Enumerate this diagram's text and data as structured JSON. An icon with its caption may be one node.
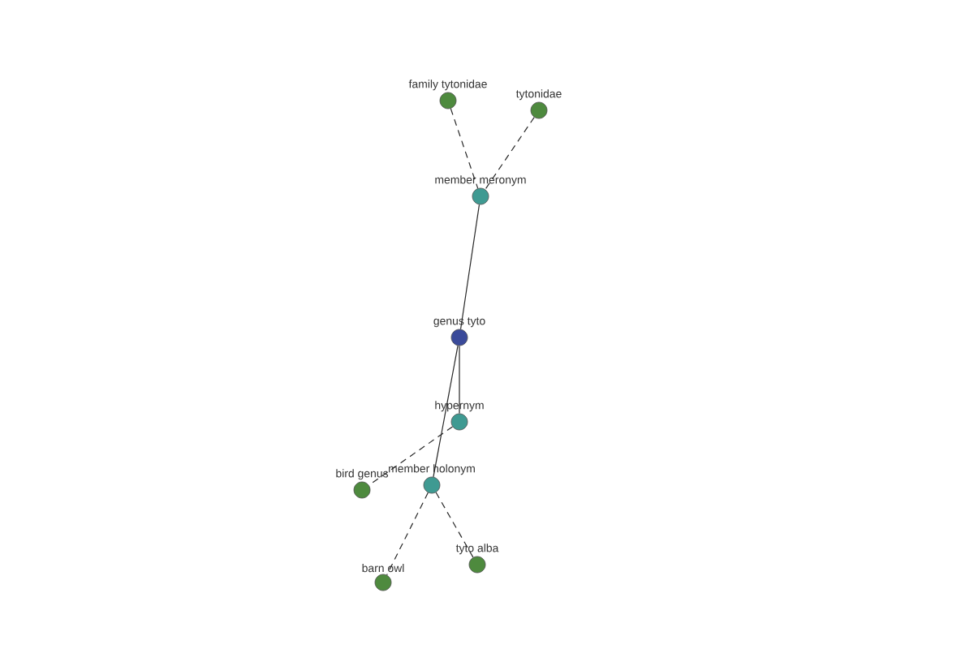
{
  "diagram": {
    "nodes": [
      {
        "text": [
          "family tytonidae"
        ]
      },
      {
        "text": [
          "tytonidae"
        ]
      },
      {
        "text": [
          "member meronym"
        ]
      },
      {
        "text": [
          "genus tyto"
        ]
      },
      {
        "text": [
          "hypernym"
        ]
      },
      {
        "text": [
          "bird genus"
        ]
      },
      {
        "text": [
          "member holonym"
        ]
      },
      {
        "text": [
          "barn owl"
        ]
      },
      {
        "text": [
          "tyto alba"
        ]
      }
    ],
    "edges": [
      {
        "from": 0,
        "to": 2,
        "arrow": "none",
        "style": "dashed"
      },
      {
        "from": 1,
        "to": 2,
        "arrow": "none",
        "style": "dashed"
      },
      {
        "from": 2,
        "to": 3,
        "arrow": "none"
      },
      {
        "from": 3,
        "to": 4,
        "arrow": "none"
      },
      {
        "from": 4,
        "to": 5,
        "arrow": "none",
        "style": "dashed"
      },
      {
        "from": 3,
        "to": 6,
        "arrow": "none"
      },
      {
        "from": 6,
        "to": 7,
        "arrow": "none",
        "style": "dashed"
      },
      {
        "from": 6,
        "to": 8,
        "arrow": "none",
        "style": "dashed"
      }
    ]
  }
}
